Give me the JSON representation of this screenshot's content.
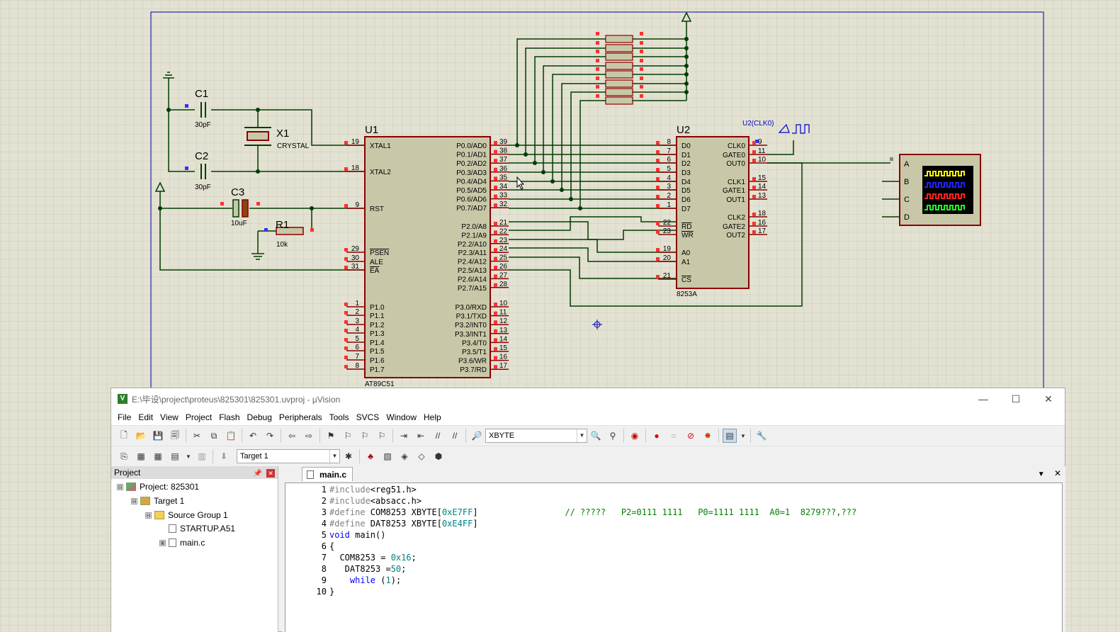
{
  "schematic": {
    "u1": {
      "ref": "U1",
      "part": "AT89C51",
      "left_pins": [
        [
          "19",
          "XTAL1"
        ],
        [
          "18",
          "XTAL2"
        ],
        [
          "9",
          "RST"
        ],
        [
          "29",
          "PSEN"
        ],
        [
          "30",
          "ALE"
        ],
        [
          "31",
          "EA"
        ],
        [
          "1",
          "P1.0"
        ],
        [
          "2",
          "P1.1"
        ],
        [
          "3",
          "P1.2"
        ],
        [
          "4",
          "P1.3"
        ],
        [
          "5",
          "P1.4"
        ],
        [
          "6",
          "P1.5"
        ],
        [
          "7",
          "P1.6"
        ],
        [
          "8",
          "P1.7"
        ]
      ],
      "right_pins": [
        [
          "39",
          "P0.0/AD0"
        ],
        [
          "38",
          "P0.1/AD1"
        ],
        [
          "37",
          "P0.2/AD2"
        ],
        [
          "36",
          "P0.3/AD3"
        ],
        [
          "35",
          "P0.4/AD4"
        ],
        [
          "34",
          "P0.5/AD5"
        ],
        [
          "33",
          "P0.6/AD6"
        ],
        [
          "32",
          "P0.7/AD7"
        ],
        [
          "21",
          "P2.0/A8"
        ],
        [
          "22",
          "P2.1/A9"
        ],
        [
          "23",
          "P2.2/A10"
        ],
        [
          "24",
          "P2.3/A11"
        ],
        [
          "25",
          "P2.4/A12"
        ],
        [
          "26",
          "P2.5/A13"
        ],
        [
          "27",
          "P2.6/A14"
        ],
        [
          "28",
          "P2.7/A15"
        ],
        [
          "10",
          "P3.0/RXD"
        ],
        [
          "11",
          "P3.1/TXD"
        ],
        [
          "12",
          "P3.2/INT0"
        ],
        [
          "13",
          "P3.3/INT1"
        ],
        [
          "14",
          "P3.4/T0"
        ],
        [
          "15",
          "P3.5/T1"
        ],
        [
          "16",
          "P3.6/WR"
        ],
        [
          "17",
          "P3.7/RD"
        ]
      ]
    },
    "u2": {
      "ref": "U2",
      "part": "8253A",
      "left_pins": [
        [
          "8",
          "D0"
        ],
        [
          "7",
          "D1"
        ],
        [
          "6",
          "D2"
        ],
        [
          "5",
          "D3"
        ],
        [
          "4",
          "D4"
        ],
        [
          "3",
          "D5"
        ],
        [
          "2",
          "D6"
        ],
        [
          "1",
          "D7"
        ],
        [
          "22",
          "RD"
        ],
        [
          "23",
          "WR"
        ],
        [
          "19",
          "A0"
        ],
        [
          "20",
          "A1"
        ],
        [
          "21",
          "CS"
        ]
      ],
      "right_pins": [
        [
          "9",
          "CLK0"
        ],
        [
          "11",
          "GATE0"
        ],
        [
          "10",
          "OUT0"
        ],
        [
          "15",
          "CLK1"
        ],
        [
          "14",
          "GATE1"
        ],
        [
          "13",
          "OUT1"
        ],
        [
          "18",
          "CLK2"
        ],
        [
          "16",
          "GATE2"
        ],
        [
          "17",
          "OUT2"
        ]
      ]
    },
    "c1": {
      "ref": "C1",
      "value": "30pF"
    },
    "c2": {
      "ref": "C2",
      "value": "30pF"
    },
    "c3": {
      "ref": "C3",
      "value": "10uF"
    },
    "x1": {
      "ref": "X1",
      "value": "CRYSTAL"
    },
    "r1": {
      "ref": "R1",
      "value": "10k"
    },
    "clk_label": "U2(CLK0)",
    "scope_channels": [
      "A",
      "B",
      "C",
      "D"
    ],
    "colors": {
      "wire": "#003c00",
      "part_fill": "#c8c8a8",
      "part_border": "#8b0000",
      "pin": "#8b0000",
      "pin_end": "#ff3030",
      "text": "#000000",
      "label_blue": "#0000c8",
      "grid": "#cccbb9",
      "background": "#e3e2d2",
      "frame": "#0000aa"
    }
  },
  "uvision": {
    "title": "E:\\毕设\\project\\proteus\\825301\\825301.uvproj - µVision",
    "menu": [
      "File",
      "Edit",
      "View",
      "Project",
      "Flash",
      "Debug",
      "Peripherals",
      "Tools",
      "SVCS",
      "Window",
      "Help"
    ],
    "toolbar": {
      "find_combo": "XBYTE",
      "target_combo": "Target 1"
    },
    "project_panel": {
      "title": "Project",
      "tree": [
        {
          "level": 0,
          "label": "Project: 825301",
          "expander": "⊟",
          "icon": "project-icon"
        },
        {
          "level": 1,
          "label": "Target 1",
          "expander": "⊟",
          "icon": "target-icon"
        },
        {
          "level": 2,
          "label": "Source Group 1",
          "expander": "⊟",
          "icon": "folder-icon"
        },
        {
          "level": 3,
          "label": "STARTUP.A51",
          "expander": "",
          "icon": "file-icon"
        },
        {
          "level": 3,
          "label": "main.c",
          "expander": "⊞",
          "icon": "file-icon"
        }
      ]
    },
    "editor": {
      "tab": "main.c",
      "lines": [
        {
          "n": "1",
          "code": "#include<reg51.h>"
        },
        {
          "n": "2",
          "code": "#include<absacc.h>"
        },
        {
          "n": "3",
          "code": "#define COM8253 XBYTE[0xE7FF]                 // ?????   P2=0111 1111   P0=1111 1111  A0=1  8279???,???"
        },
        {
          "n": "4",
          "code": "#define DAT8253 XBYTE[0xE4FF]"
        },
        {
          "n": "5",
          "code": "void main()"
        },
        {
          "n": "6",
          "code": "{"
        },
        {
          "n": "7",
          "code": "  COM8253 = 0x16;"
        },
        {
          "n": "8",
          "code": "   DAT8253 =50;"
        },
        {
          "n": "9",
          "code": "    while (1);"
        },
        {
          "n": "10",
          "code": "}"
        }
      ]
    }
  }
}
